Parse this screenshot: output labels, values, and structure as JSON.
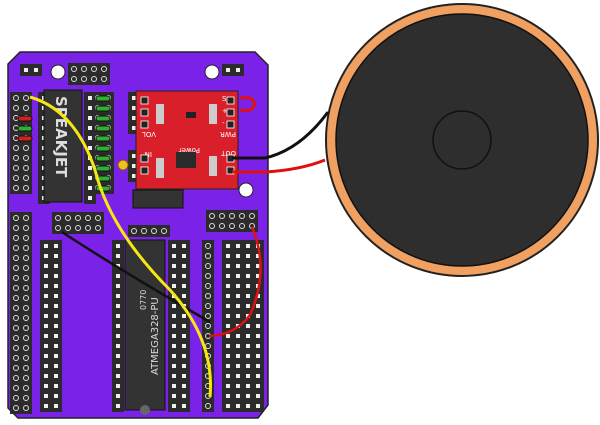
{
  "colors": {
    "board": "#7b22e8",
    "header": "#2b2b2b",
    "breakout": "#d9202a",
    "speaker_rim": "#f0a060",
    "speaker_cone": "#2e2e2e",
    "wire_yellow": "#f5e614",
    "wire_red": "#e01010",
    "wire_black": "#111111"
  },
  "speakjet_chip": {
    "label": "SPEAKJET"
  },
  "atmega_chip": {
    "label": "ATMEGA328-PU",
    "code": "0770"
  },
  "amp_breakout": {
    "vol": "VOL",
    "in": "IN",
    "pwr": "PWR",
    "out": "OUT",
    "power": "Power",
    "s": "S",
    "plus": "+",
    "minus": "-"
  }
}
